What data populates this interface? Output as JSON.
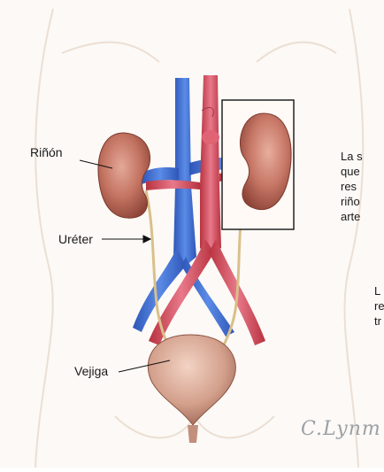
{
  "labels": {
    "kidney": "Riñón",
    "ureter": "Uréter",
    "bladder": "Vejiga"
  },
  "side_text_1": [
    "La s",
    "que",
    "res",
    "riño",
    "arte"
  ],
  "side_text_2": [
    "L",
    "re",
    "tr"
  ],
  "signature": "C.Lynm",
  "colors": {
    "vein": "#3f6fd1",
    "artery": "#d44a5a",
    "kidney": "#b8604f",
    "bladder": "#c98f7d",
    "ureter": "#d9c08a",
    "skin_outline": "#e3d5c8"
  }
}
